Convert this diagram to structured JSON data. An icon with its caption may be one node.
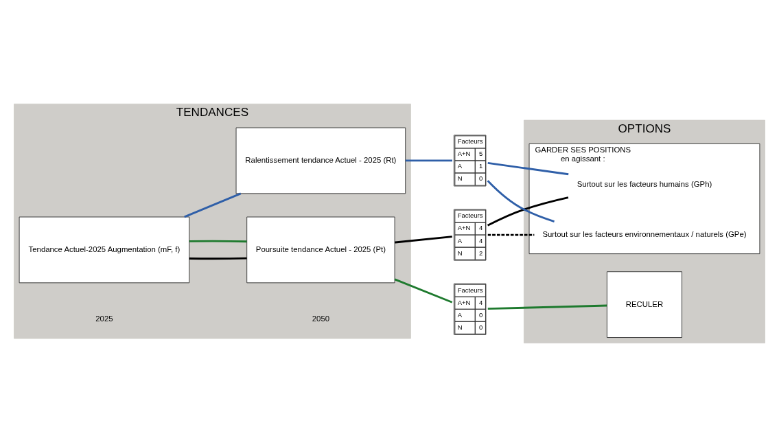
{
  "diagram": {
    "nodes": [
      {
        "text": [
          "TENDANCES"
        ]
      },
      {
        "text": [
          "Tendance Actuel-2025 Augmentation (mF, f)"
        ],
        "in": 0
      },
      {
        "text": [
          "Poursuite tendance Actuel - 2025 (Pt)"
        ],
        "in": 0
      },
      {
        "text": [
          "Ralentissement tendance Actuel - 2025 (Rt)"
        ],
        "in": 0
      },
      {
        "text": [
          "Facteurs",
          "A+N",
          "4",
          "A",
          "4",
          "N",
          "2"
        ]
      },
      {
        "text": [
          "Facteurs",
          "A+N",
          "5",
          "A",
          "1",
          "N",
          "0"
        ]
      },
      {
        "text": [
          "Facteurs",
          "A+N",
          "4",
          "A",
          "0",
          "N",
          "0"
        ]
      },
      {
        "text": [
          "OPTIONS"
        ]
      },
      {
        "text": [
          "GARDER SES POSITIONS",
          "en agissant :"
        ],
        "in": 7
      },
      {
        "text": [
          "Surtout sur les facteurs humains (GPh)"
        ],
        "in": 8
      },
      {
        "text": [
          "Surtout sur les facteurs environnementaux / naturels (GPe)"
        ],
        "in": 8
      },
      {
        "text": [
          "RECULER"
        ],
        "in": 7
      }
    ],
    "edges": [
      {
        "from": 1,
        "to": 2,
        "arrow": "none",
        "color": "#000000"
      },
      {
        "from": 1,
        "to": 2,
        "arrow": "none",
        "color": "#1e7a2e"
      },
      {
        "from": 1,
        "to": 3,
        "arrow": "none",
        "color": "#2f5fa8"
      },
      {
        "from": 2,
        "to": 4,
        "arrow": "none",
        "color": "#000000"
      },
      {
        "from": 2,
        "to": 6,
        "arrow": "none",
        "color": "#1e7a2e"
      },
      {
        "from": 3,
        "to": 5,
        "arrow": "none",
        "color": "#2f5fa8"
      },
      {
        "from": 4,
        "to": 9,
        "arrow": "none",
        "color": "#000000"
      },
      {
        "from": 4,
        "to": 10,
        "arrow": "none",
        "style": "dashed",
        "color": "#000000"
      },
      {
        "from": 5,
        "to": 9,
        "arrow": "none",
        "color": "#2f5fa8"
      },
      {
        "from": 5,
        "to": 10,
        "arrow": "none",
        "color": "#2f5fa8"
      },
      {
        "from": 6,
        "to": 11,
        "arrow": "none",
        "color": "#1e7a2e"
      }
    ],
    "labels": [
      "2025",
      "2050"
    ]
  }
}
